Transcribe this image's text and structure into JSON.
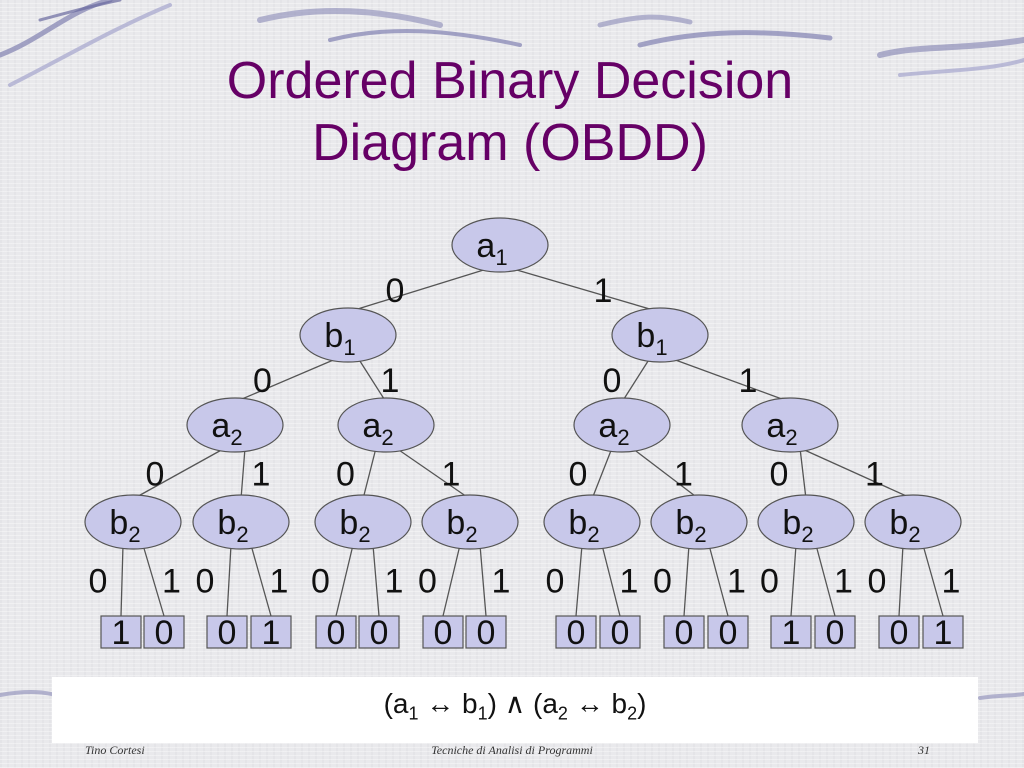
{
  "slide": {
    "title_line1": "Ordered Binary Decision",
    "title_line2": "Diagram (OBDD)",
    "formula": {
      "open1": "(a",
      "s1": "1",
      "arrow1": " ↔ b",
      "s2": "1",
      "close1": ") ∧ (a",
      "s3": "2",
      "arrow2": " ↔ b",
      "s4": "2",
      "close2": ")"
    },
    "footer": {
      "author": "Tino Cortesi",
      "course": "Tecniche di Analisi di Programmi",
      "page": "31"
    }
  },
  "colors": {
    "title": "#660066",
    "node_fill": "#c8c8ea",
    "stroke": "#555555",
    "text": "#111111"
  },
  "tree": {
    "nodes": [
      {
        "id": "a1",
        "label": "a",
        "sub": "1"
      },
      {
        "id": "b1L",
        "label": "b",
        "sub": "1"
      },
      {
        "id": "b1R",
        "label": "b",
        "sub": "1"
      },
      {
        "id": "a2LL",
        "label": "a",
        "sub": "2"
      },
      {
        "id": "a2LR",
        "label": "a",
        "sub": "2"
      },
      {
        "id": "a2RL",
        "label": "a",
        "sub": "2"
      },
      {
        "id": "a2RR",
        "label": "a",
        "sub": "2"
      },
      {
        "id": "b2_1",
        "label": "b",
        "sub": "2"
      },
      {
        "id": "b2_2",
        "label": "b",
        "sub": "2"
      },
      {
        "id": "b2_3",
        "label": "b",
        "sub": "2"
      },
      {
        "id": "b2_4",
        "label": "b",
        "sub": "2"
      },
      {
        "id": "b2_5",
        "label": "b",
        "sub": "2"
      },
      {
        "id": "b2_6",
        "label": "b",
        "sub": "2"
      },
      {
        "id": "b2_7",
        "label": "b",
        "sub": "2"
      },
      {
        "id": "b2_8",
        "label": "b",
        "sub": "2"
      }
    ],
    "edges": [
      {
        "from": "a1",
        "to": "b1L",
        "label": "0"
      },
      {
        "from": "a1",
        "to": "b1R",
        "label": "1"
      },
      {
        "from": "b1L",
        "to": "a2LL",
        "label": "0"
      },
      {
        "from": "b1L",
        "to": "a2LR",
        "label": "1"
      },
      {
        "from": "b1R",
        "to": "a2RL",
        "label": "0"
      },
      {
        "from": "b1R",
        "to": "a2RR",
        "label": "1"
      },
      {
        "from": "a2LL",
        "to": "b2_1",
        "label": "0"
      },
      {
        "from": "a2LL",
        "to": "b2_2",
        "label": "1"
      },
      {
        "from": "a2LR",
        "to": "b2_3",
        "label": "0"
      },
      {
        "from": "a2LR",
        "to": "b2_4",
        "label": "1"
      },
      {
        "from": "a2RL",
        "to": "b2_5",
        "label": "0"
      },
      {
        "from": "a2RL",
        "to": "b2_6",
        "label": "1"
      },
      {
        "from": "a2RR",
        "to": "b2_7",
        "label": "0"
      },
      {
        "from": "a2RR",
        "to": "b2_8",
        "label": "1"
      },
      {
        "from": "b2_1",
        "to": "leaf1",
        "label": "0"
      },
      {
        "from": "b2_1",
        "to": "leaf2",
        "label": "1"
      },
      {
        "from": "b2_2",
        "to": "leaf3",
        "label": "0"
      },
      {
        "from": "b2_2",
        "to": "leaf4",
        "label": "1"
      },
      {
        "from": "b2_3",
        "to": "leaf5",
        "label": "0"
      },
      {
        "from": "b2_3",
        "to": "leaf6",
        "label": "1"
      },
      {
        "from": "b2_4",
        "to": "leaf7",
        "label": "0"
      },
      {
        "from": "b2_4",
        "to": "leaf8",
        "label": "1"
      },
      {
        "from": "b2_5",
        "to": "leaf9",
        "label": "0"
      },
      {
        "from": "b2_5",
        "to": "leaf10",
        "label": "1"
      },
      {
        "from": "b2_6",
        "to": "leaf11",
        "label": "0"
      },
      {
        "from": "b2_6",
        "to": "leaf12",
        "label": "1"
      },
      {
        "from": "b2_7",
        "to": "leaf13",
        "label": "0"
      },
      {
        "from": "b2_7",
        "to": "leaf14",
        "label": "1"
      },
      {
        "from": "b2_8",
        "to": "leaf15",
        "label": "0"
      },
      {
        "from": "b2_8",
        "to": "leaf16",
        "label": "1"
      }
    ],
    "leaves": [
      "1",
      "0",
      "0",
      "1",
      "0",
      "0",
      "0",
      "0",
      "0",
      "0",
      "0",
      "0",
      "1",
      "0",
      "0",
      "1"
    ]
  }
}
